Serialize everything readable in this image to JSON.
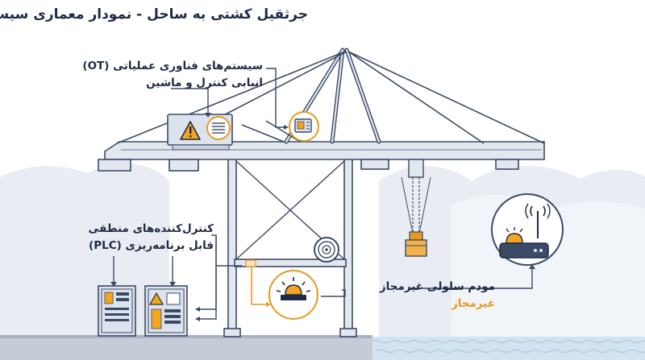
{
  "title": "جرثقیل کشتی به ساحل - نمودار معماری سیستم",
  "labels": {
    "ot_line1": "سیستم‌های فناوری عملیاتی (OT)",
    "ot_line2": "انبابی کنترل و ماشین",
    "plc_line1": "کنترل‌کننده‌های منطقی",
    "plc_line2": "قابل برنامه‌ریزی (PLC)",
    "modem_line1": "مودم سلولی غیرمجاز",
    "modem_line2": "غیرمجاز"
  },
  "icons": [
    "warning-icon",
    "vent-icon",
    "control-panel-icon",
    "beacon-icon",
    "antenna-icon",
    "cable-reel-icon",
    "spreader-icon"
  ],
  "colors": {
    "navy": "#1f2a44",
    "steel_fill": "#e3e8f0",
    "steel_stroke": "#3c4a66",
    "accent": "#e79a1e",
    "sky": "#e8ecf2",
    "water": "#cfe0ee"
  }
}
